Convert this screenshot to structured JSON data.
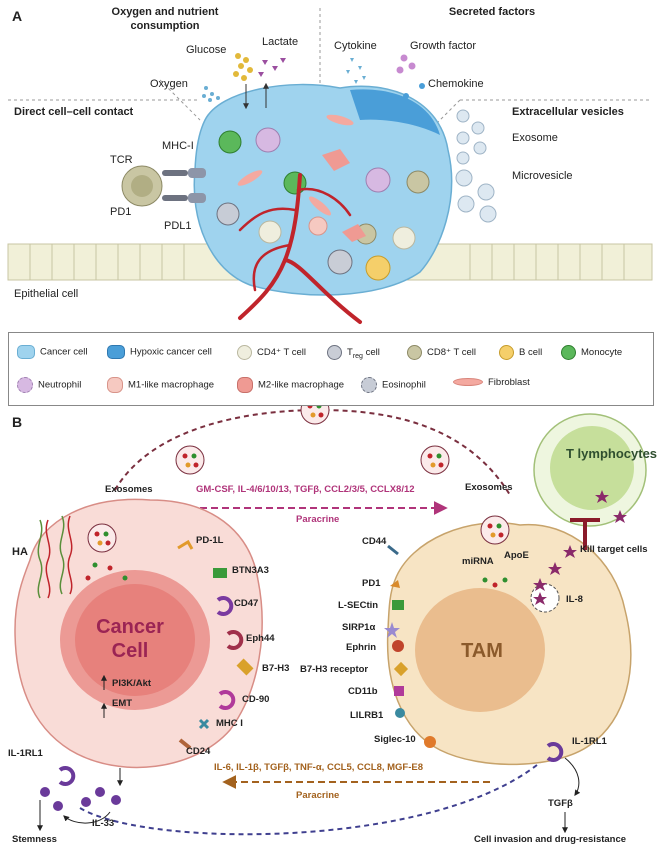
{
  "panel_a": {
    "letter": "A",
    "sections": {
      "oxygen_nutrient_line1": "Oxygen and nutrient",
      "oxygen_nutrient_line2": "consumption",
      "secreted_factors": "Secreted factors",
      "direct_contact": "Direct cell–cell contact",
      "extracellular_vesicles": "Extracellular vesicles"
    },
    "labels": {
      "glucose": "Glucose",
      "lactate": "Lactate",
      "oxygen": "Oxygen",
      "cytokine": "Cytokine",
      "growth_factor": "Growth factor",
      "chemokine": "Chemokine",
      "exosome": "Exosome",
      "microvesicle": "Microvesicle",
      "tcr": "TCR",
      "mhc_i": "MHC-I",
      "pd1": "PD1",
      "pdl1": "PDL1",
      "epithelial_cell": "Epithelial cell"
    }
  },
  "legend": {
    "items": [
      {
        "label": "Cancer cell",
        "color": "#9fd3ee"
      },
      {
        "label": "Hypoxic cancer cell",
        "color": "#4a9ed8"
      },
      {
        "label": "CD4⁺ T cell",
        "color": "#efeede"
      },
      {
        "label_main": "T",
        "label_sub": "reg",
        "label_tail": " cell",
        "color": "#c9cdd6"
      },
      {
        "label": "CD8⁺ T cell",
        "color": "#c9c6a3"
      },
      {
        "label": "B cell",
        "color": "#f5cf6a"
      },
      {
        "label": "Monocyte",
        "color": "#5bb85b"
      },
      {
        "label": "Neutrophil",
        "color": "#d7b9e2"
      },
      {
        "label": "M1-like macrophage",
        "color": "#f6c9c1"
      },
      {
        "label": "M2-like macrophage",
        "color": "#ef9a93"
      },
      {
        "label": "Eosinophil",
        "color": "#c7ccd6"
      },
      {
        "label": "Fibroblast",
        "color": "#f4a9a0"
      }
    ]
  },
  "panel_b": {
    "letter": "B",
    "exosomes_left": "Exosomes",
    "exosomes_right": "Exosomes",
    "paracrine_top_factors": "GM-CSF, IL-4/6/10/13, TGFβ, CCL2/3/5, CCLX8/12",
    "paracrine_top": "Paracrine",
    "paracrine_bottom_factors": "IL-6, IL-1β, TGFβ, TNF-α, CCL5,  CCL8, MGF-E8",
    "paracrine_bottom": "Paracrine",
    "t_lymphocytes": "T lymphocytes",
    "kill_target": "Kill target cells",
    "cancer_line1": "Cancer",
    "cancer_line2": "Cell",
    "tam": "TAM",
    "ha": "HA",
    "cancer_markers": [
      "PD-1L",
      "BTN3A3",
      "CD47",
      "Eph44",
      "B7-H3",
      "CD-90",
      "MHC I",
      "CD24"
    ],
    "pi3k": "PI3K/Akt",
    "emt": "EMT",
    "il1rl1_left": "IL-1RL1",
    "il33": "IL-33",
    "stemness": "Stemness",
    "tam_markers": [
      "CD44",
      "PD1",
      "L-SECtin",
      "SIRP1α",
      "Ephrin",
      "B7-H3 receptor",
      "CD11b",
      "LILRB1",
      "Siglec-10"
    ],
    "mirna": "miRNA",
    "apoe": "ApoE",
    "il8": "IL-8",
    "il1rl1_right": "IL-1RL1",
    "tgfb": "TGFβ",
    "invasion": "Cell invasion and drug-resistance"
  },
  "colors": {
    "cancer_cell": "#9fd3ee",
    "hypoxic": "#4a9ed8",
    "vessel": "#c0242b",
    "paracrine_magenta": "#b0347a",
    "paracrine_brown": "#a3621e",
    "dashed_navy": "#3f3f8f",
    "cancer_text": "#9b2454",
    "tam_text": "#8b5a2b"
  }
}
